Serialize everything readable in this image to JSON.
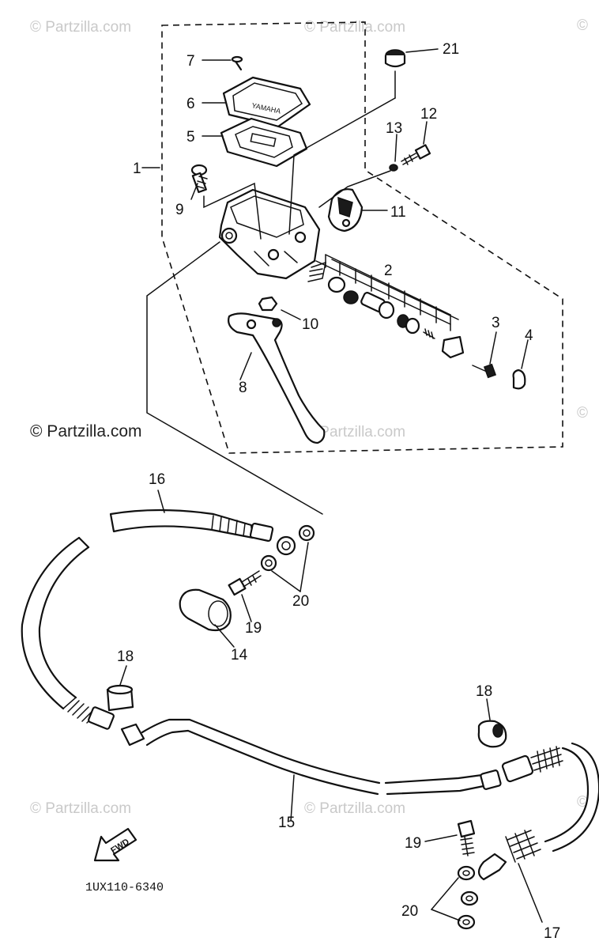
{
  "diagram": {
    "part_code": "1UX110-6340",
    "direction_label": "FWD",
    "watermarks": {
      "text": "© Partzilla.com",
      "corner_mark": "©"
    },
    "callouts": [
      {
        "id": "c1",
        "number": "1"
      },
      {
        "id": "c2",
        "number": "2"
      },
      {
        "id": "c3",
        "number": "3"
      },
      {
        "id": "c4",
        "number": "4"
      },
      {
        "id": "c5",
        "number": "5"
      },
      {
        "id": "c6",
        "number": "6"
      },
      {
        "id": "c7",
        "number": "7"
      },
      {
        "id": "c8",
        "number": "8"
      },
      {
        "id": "c9",
        "number": "9"
      },
      {
        "id": "c10",
        "number": "10"
      },
      {
        "id": "c11",
        "number": "11"
      },
      {
        "id": "c12",
        "number": "12"
      },
      {
        "id": "c13",
        "number": "13"
      },
      {
        "id": "c14",
        "number": "14"
      },
      {
        "id": "c15",
        "number": "15"
      },
      {
        "id": "c16",
        "number": "16"
      },
      {
        "id": "c17",
        "number": "17"
      },
      {
        "id": "c18a",
        "number": "18"
      },
      {
        "id": "c18b",
        "number": "18"
      },
      {
        "id": "c19a",
        "number": "19"
      },
      {
        "id": "c19b",
        "number": "19"
      },
      {
        "id": "c20a",
        "number": "20"
      },
      {
        "id": "c20b",
        "number": "20"
      },
      {
        "id": "c21",
        "number": "21"
      }
    ]
  }
}
